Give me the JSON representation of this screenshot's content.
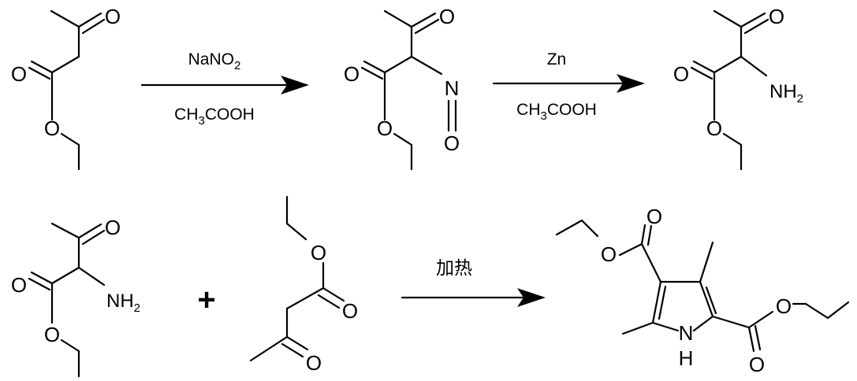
{
  "reaction1": {
    "reagent_top": {
      "base": "NaNO",
      "sub": "2"
    },
    "reagent_bottom": {
      "pre": "CH",
      "sub": "3",
      "post": "COOH"
    }
  },
  "reaction2": {
    "reagent_top": "Zn",
    "reagent_bottom": {
      "pre": "CH",
      "sub": "3",
      "post": "COOH"
    }
  },
  "reaction3": {
    "plus": "+",
    "condition": "加热"
  },
  "atoms": {
    "oxygen": "O",
    "nitrogen": "N",
    "amine": {
      "base": "NH",
      "sub": "2"
    },
    "pyrrole_n": "N",
    "pyrrole_h": "H"
  }
}
